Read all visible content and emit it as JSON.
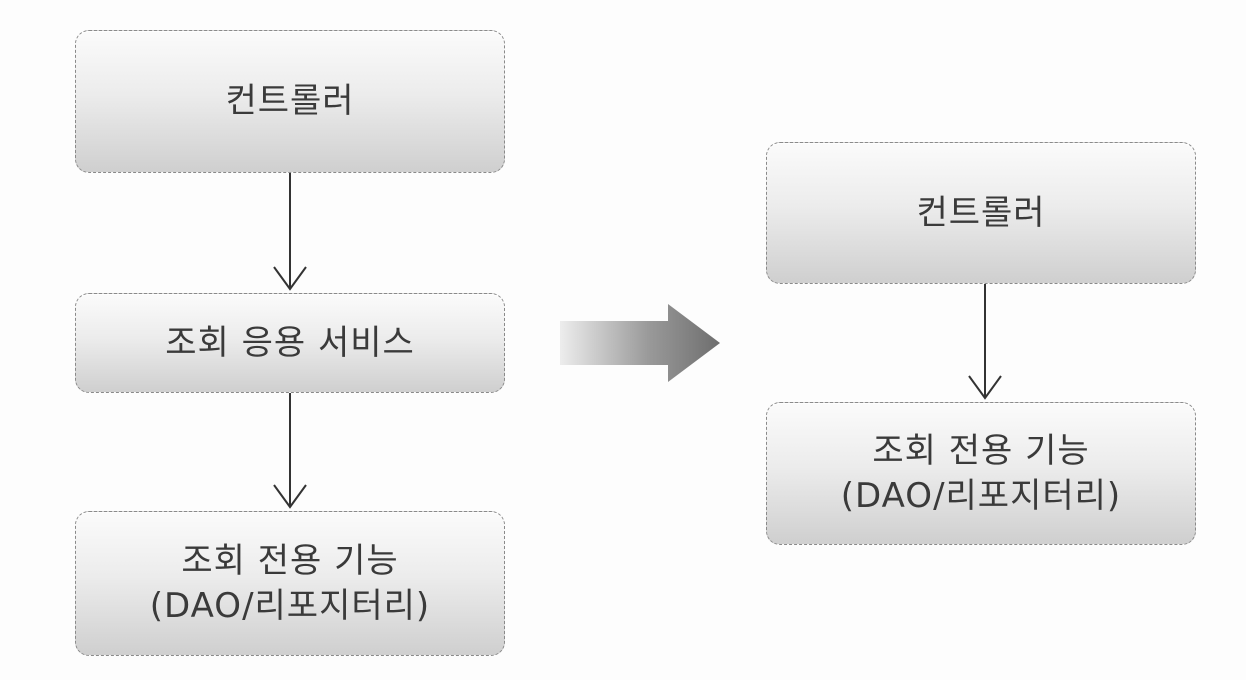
{
  "left": {
    "controller": "컨트롤러",
    "service": "조회 응용 서비스",
    "query_line1": "조회 전용 기능",
    "query_line2": "(DAO/리포지터리)"
  },
  "right": {
    "controller": "컨트롤러",
    "query_line1": "조회 전용 기능",
    "query_line2": "(DAO/리포지터리)"
  }
}
